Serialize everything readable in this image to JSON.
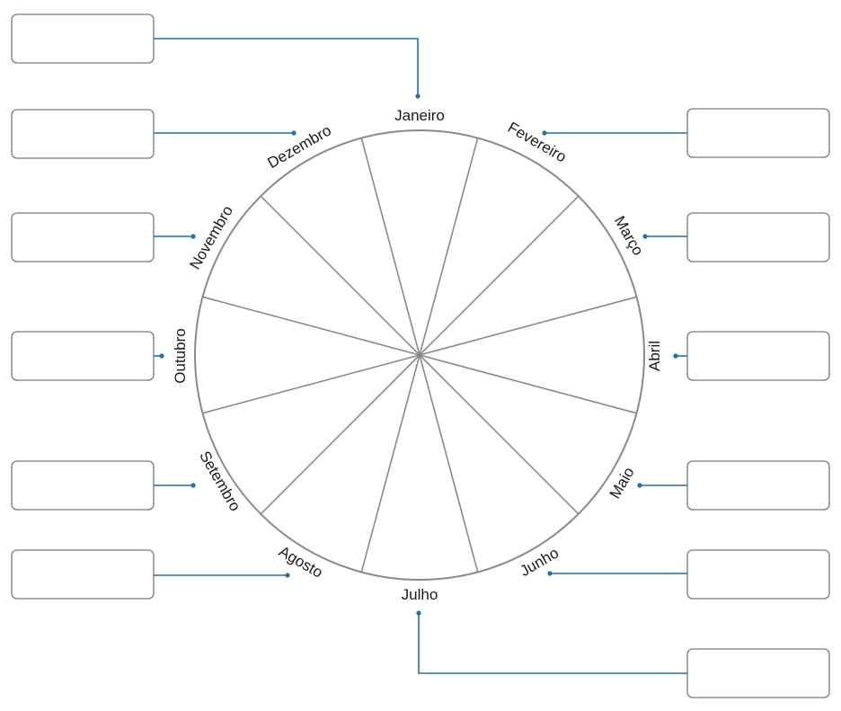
{
  "wheel": {
    "months": [
      "Janeiro",
      "Fevereiro",
      "Março",
      "Abril",
      "Maio",
      "Junho",
      "Julho",
      "Agosto",
      "Setembro",
      "Outubro",
      "Novembro",
      "Dezembro"
    ]
  },
  "answer_boxes": [
    {
      "month": "Janeiro",
      "side": "left",
      "value": ""
    },
    {
      "month": "Dezembro",
      "side": "left",
      "value": ""
    },
    {
      "month": "Novembro",
      "side": "left",
      "value": ""
    },
    {
      "month": "Outubro",
      "side": "left",
      "value": ""
    },
    {
      "month": "Setembro",
      "side": "left",
      "value": ""
    },
    {
      "month": "Agosto",
      "side": "left",
      "value": ""
    },
    {
      "month": "Fevereiro",
      "side": "right",
      "value": ""
    },
    {
      "month": "Março",
      "side": "right",
      "value": ""
    },
    {
      "month": "Abril",
      "side": "right",
      "value": ""
    },
    {
      "month": "Maio",
      "side": "right",
      "value": ""
    },
    {
      "month": "Junho",
      "side": "right",
      "value": ""
    },
    {
      "month": "Julho",
      "side": "right",
      "value": ""
    }
  ],
  "colors": {
    "leader": "#1f6fb2",
    "wheel_stroke": "#8a8a8a",
    "box_stroke": "#7a7a7a"
  }
}
